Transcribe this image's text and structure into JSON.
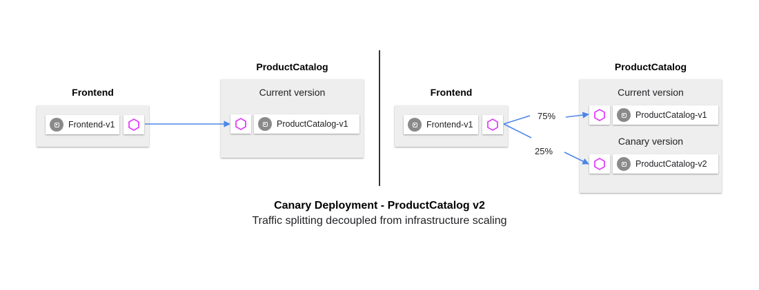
{
  "left": {
    "frontend_heading": "Frontend",
    "frontend_service": "Frontend-v1",
    "productcatalog_heading": "ProductCatalog",
    "current_version_label": "Current version",
    "productcatalog_service": "ProductCatalog-v1"
  },
  "right": {
    "frontend_heading": "Frontend",
    "frontend_service": "Frontend-v1",
    "productcatalog_heading": "ProductCatalog",
    "current_version_label": "Current version",
    "current_service": "ProductCatalog-v1",
    "canary_version_label": "Canary version",
    "canary_service": "ProductCatalog-v2",
    "split_current": "75%",
    "split_canary": "25%"
  },
  "caption": {
    "title": "Canary Deployment - ProductCatalog v2",
    "subtitle": "Traffic splitting decoupled from infrastructure scaling"
  },
  "icons": {
    "service": "pod-icon",
    "proxy": "hexagon-icon"
  },
  "colors": {
    "proxy_hexagon": "#e040fb",
    "arrow": "#4a86e8",
    "panel": "#eeeeee",
    "pod_icon": "#8a8a8a"
  }
}
